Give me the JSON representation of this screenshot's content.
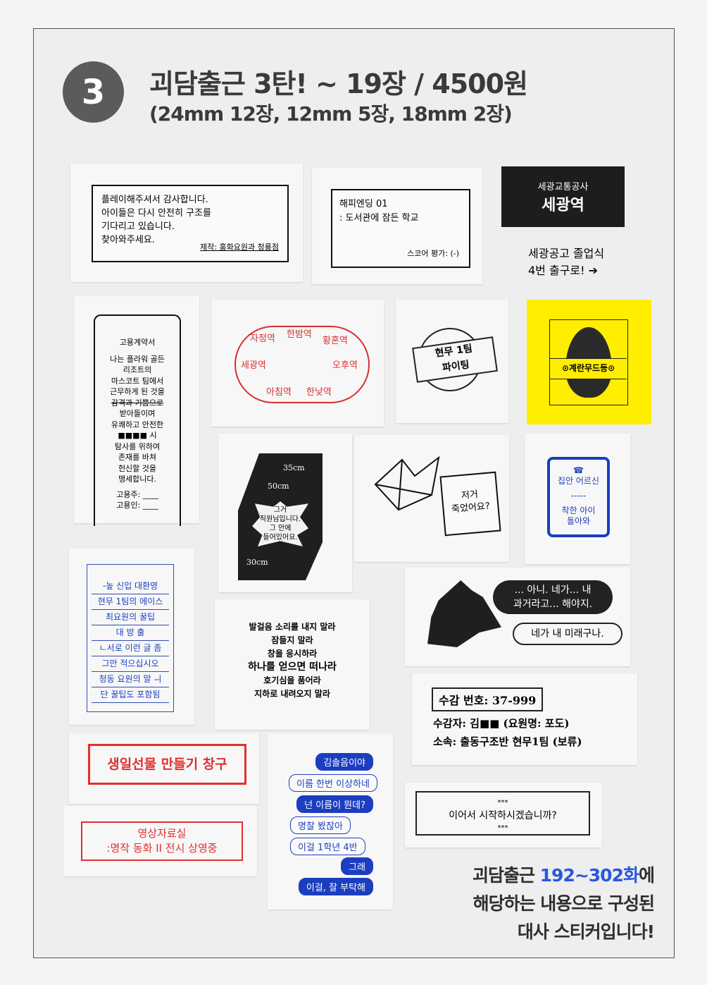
{
  "header": {
    "number": "3",
    "title": "괴담출근 3탄! ~ 19장 / 4500원",
    "subtitle": "(24mm 12장, 12mm 5장, 18mm 2장)"
  },
  "stickers": {
    "thanks": {
      "lines": [
        "플레이해주셔서 감사합니다.",
        "아이들은 다시 안전히 구조를",
        "기다리고 있습니다.",
        "찾아와주세요."
      ],
      "credit": "제작: 홍화요원과 청룡점"
    },
    "ending": {
      "line1": "해피엔딩 01",
      "line2": ": 도서관에 잠든 학교",
      "score": "스코어 평가: (-)"
    },
    "station": {
      "company": "세광교통공사",
      "name": "세광역",
      "note1": "세광공고 졸업식",
      "note2": "4번 출구로! ➔"
    },
    "contract": {
      "title": "고용계약서",
      "lines": [
        "나는 플라워 골든",
        "리조트의",
        "마스코트 팀에서",
        "근무하게 된 것을",
        "감격과 기쁨으로",
        "받아들이며",
        "유쾌하고 안전한",
        "■■■■ 시",
        "탐사를 위하여",
        "존재를 바쳐",
        "헌신할 것을",
        "맹세합니다."
      ],
      "employer": "고용주: ____",
      "employee": "고용인: ____"
    },
    "subway": {
      "stations": [
        "자정역",
        "한밤역",
        "황혼역",
        "세광역",
        "오후역",
        "아침역",
        "한낮역"
      ]
    },
    "stamp": {
      "line1": "현무 1팀",
      "line2": "파이팅"
    },
    "egg": {
      "label": "⊙계란무드등⊙",
      "color": "#ffee00"
    },
    "box": {
      "dim1": "35cm",
      "dim2": "50cm",
      "dim3": "30cm",
      "lines": [
        "그거",
        "직원님입니다.",
        "그 안에",
        "들어있어요."
      ]
    },
    "boat": {
      "line1": "저거",
      "line2": "죽었어요?"
    },
    "phone": {
      "icon": "☎",
      "line1": "집안 어르신",
      "divider": "-----",
      "line2": "착한 아이",
      "line3": "돌아와"
    },
    "notebook": {
      "lines": [
        "-높 신입 대환영",
        "현무 1팀의 에이스",
        "최요원의 꿀팁",
        "대 방 출",
        "ㄴ서로 이런 글 좀",
        "그만 적으십시오",
        "청동 요원의 말 ㅢ",
        "단 꿀팁도 포함됨"
      ]
    },
    "rules": {
      "lines": [
        "발걸음 소리를 내지 말라",
        "잠들지 말라",
        "창을 응시하라",
        "하나를 얻으면 떠나라",
        "호기심을 품어라",
        "지하로 내려오지 말라"
      ]
    },
    "wolf": {
      "bubble1a": "... 아니. 네가... 내",
      "bubble1b": "과거라고... 해야지.",
      "bubble2": "네가 내 미래구나."
    },
    "prisoner": {
      "number": "수감 번호: 37-999",
      "name": "수감자: 김■■ (요원명: 포도)",
      "team": "소속: 출동구조반 현무1팀 (보류)"
    },
    "birthday": {
      "text": "생일선물 만들기 창구"
    },
    "video": {
      "line1": "영상자료실",
      "line2": ":명작 동화 II 전시 상영중"
    },
    "chat": {
      "messages": [
        "김솔음이야",
        "이름 한번 이상하네",
        "넌 이름이 뭔데?",
        "명찰 봤잖아",
        "이걸 1학년 4반",
        "그래",
        "이걸, 잘 부탁해"
      ]
    },
    "continue": {
      "stars": "***",
      "text": "이어서 시작하시겠습니까?"
    }
  },
  "footer": {
    "line1_pre": "괴담출근 ",
    "line1_hl": "192~302화",
    "line1_post": "에",
    "line2": "해당하는 내용으로 구성된",
    "line3": "대사 스티커입니다!",
    "highlight": "#2a56e0"
  }
}
